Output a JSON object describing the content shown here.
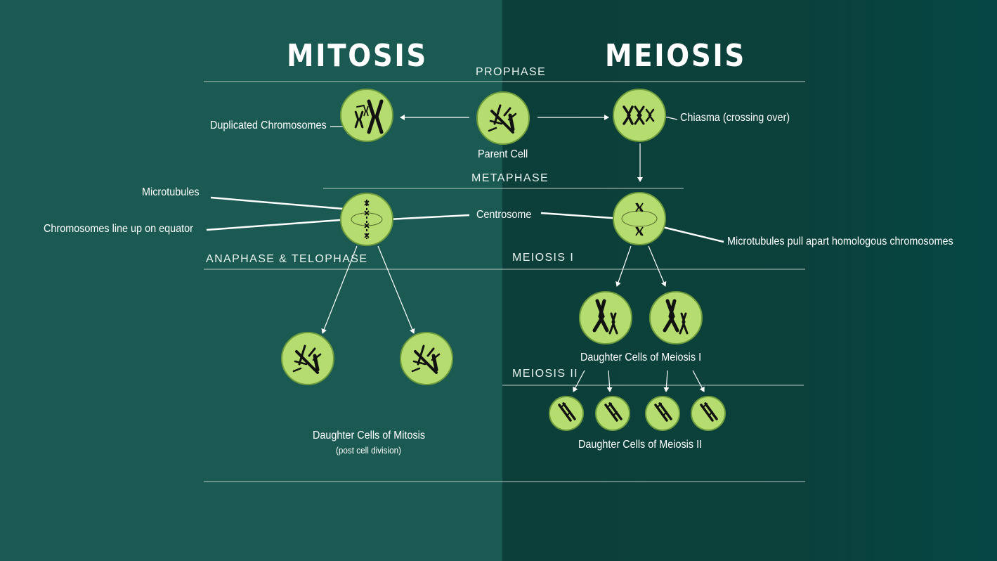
{
  "titles": {
    "left": "MITOSIS",
    "right": "MEIOSIS"
  },
  "phases": {
    "prophase": "PROPHASE",
    "metaphase": "METAPHASE",
    "anaphase_telophase": "ANAPHASE & TELOPHASE",
    "meiosis_1": "MEIOSIS I",
    "meiosis_2": "MEIOSIS II"
  },
  "labels": {
    "duplicated_chromosomes": "Duplicated Chromosomes",
    "parent_cell": "Parent Cell",
    "chiasma": "Chiasma (crossing over)",
    "microtubules": "Microtubules",
    "chromosomes_equator": "Chromosomes line up on equator",
    "centrosome": "Centrosome",
    "microtubules_pull": "Microtubules pull apart homologous chromosomes",
    "daughter_mitosis": "Daughter Cells of Mitosis",
    "post_division": "(post cell division)",
    "daughter_meiosis_1": "Daughter Cells of Meiosis I",
    "daughter_meiosis_2": "Daughter Cells of Meiosis II"
  },
  "colors": {
    "background_left": "#1b5a52",
    "background_right": "#0d3f3a",
    "cell_fill": "#b5dc6e",
    "cell_stroke": "#6e9c3c",
    "chromosome": "#111111",
    "line": "#ffffff"
  }
}
